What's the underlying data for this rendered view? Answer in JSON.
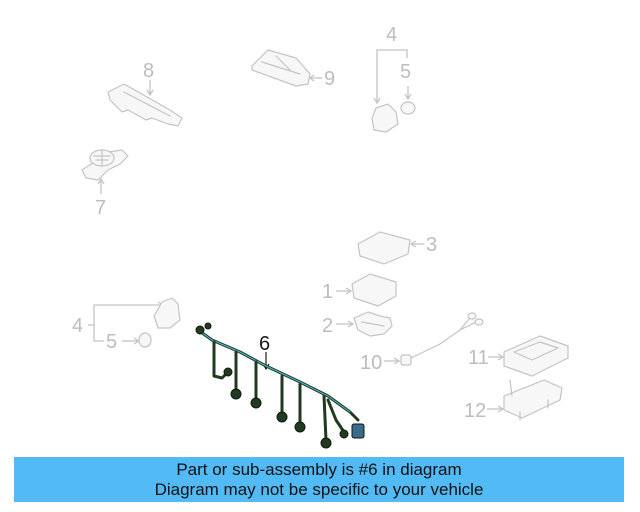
{
  "diagram": {
    "callouts": [
      {
        "id": "1",
        "label": "1",
        "active": false
      },
      {
        "id": "2",
        "label": "2",
        "active": false
      },
      {
        "id": "3",
        "label": "3",
        "active": false
      },
      {
        "id": "4a",
        "label": "4",
        "active": false
      },
      {
        "id": "5a",
        "label": "5",
        "active": false
      },
      {
        "id": "4b",
        "label": "4",
        "active": false
      },
      {
        "id": "5b",
        "label": "5",
        "active": false
      },
      {
        "id": "6",
        "label": "6",
        "active": true
      },
      {
        "id": "7",
        "label": "7",
        "active": false
      },
      {
        "id": "8",
        "label": "8",
        "active": false
      },
      {
        "id": "9",
        "label": "9",
        "active": false
      },
      {
        "id": "10",
        "label": "10",
        "active": false
      },
      {
        "id": "11",
        "label": "11",
        "active": false
      },
      {
        "id": "12",
        "label": "12",
        "active": false
      }
    ],
    "colors": {
      "ghost_parts": "#c4c4c4",
      "highlight_part": "#1f3a1f",
      "highlight_accent": "#4fb8d8"
    }
  },
  "banner": {
    "line1": "Part or sub-assembly is #6 in diagram",
    "line2": "Diagram may not be specific to your vehicle",
    "background": "#52bbf5"
  }
}
